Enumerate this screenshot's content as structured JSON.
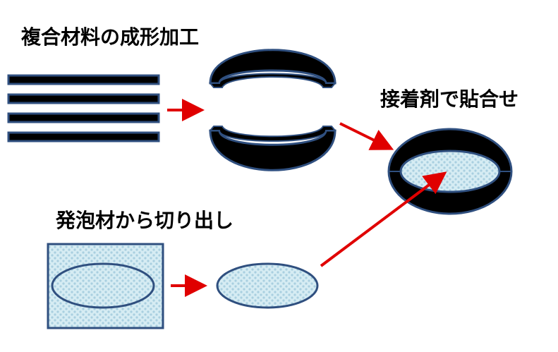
{
  "labels": {
    "composite_forming": "複合材料の成形加工",
    "bond_with_adhesive": "接着剤で貼合せ",
    "cut_from_foam": "発泡材から切り出し"
  },
  "colors": {
    "arrow": "#e00000",
    "outline": "#2f4f7f",
    "black_fill": "#000000",
    "foam_fill": "#d6ecf3",
    "foam_dot": "#a9cfe0"
  }
}
